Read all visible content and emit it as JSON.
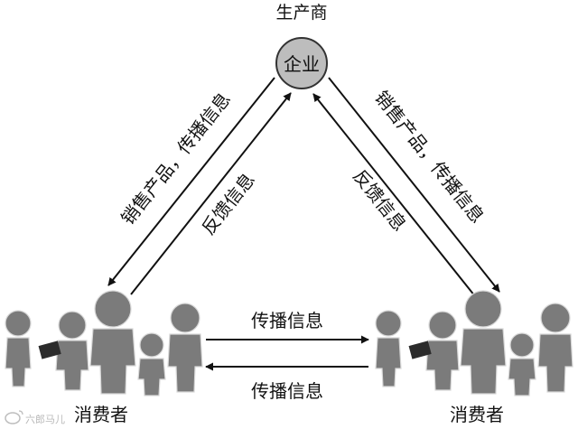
{
  "producer": {
    "title": "生产商",
    "node_label": "企业",
    "node_fill": "#bdbdbd"
  },
  "edges": {
    "left_down": "销售产品，传播信息",
    "left_up": "反馈信息",
    "right_down": "销售产品，传播信息",
    "right_up": "反馈信息",
    "bottom_right": "传播信息",
    "bottom_left": "传播信息"
  },
  "consumers": {
    "left_label": "消费者",
    "right_label": "消费者",
    "figure_color": "#7b7b7b"
  },
  "watermark": {
    "icon": "weibo-logo-icon",
    "text": "六郎马儿"
  }
}
